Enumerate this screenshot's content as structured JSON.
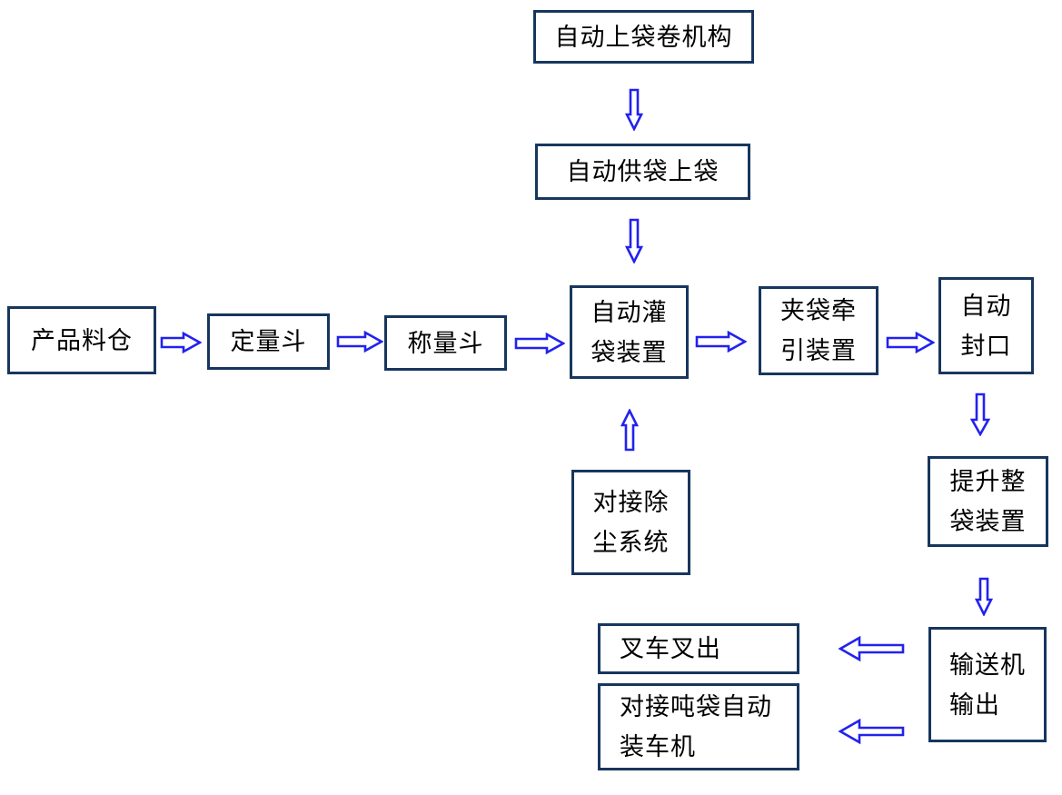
{
  "diagram": {
    "type": "flowchart",
    "nodes": {
      "auto_bag_roll": {
        "label": "自动上袋卷机构"
      },
      "auto_bag_supply": {
        "label": "自动供袋上袋"
      },
      "product_silo": {
        "label": "产品料仓"
      },
      "dosing_hopper": {
        "label": "定量斗"
      },
      "weighing_hopper": {
        "label": "称量斗"
      },
      "auto_filling": {
        "label": "自动灌\n袋装置"
      },
      "bag_clamping": {
        "label": "夹袋牵\n引装置"
      },
      "auto_sealing": {
        "label": "自动\n封口"
      },
      "dust_removal": {
        "label": "对接除\n尘系统"
      },
      "bag_lifting": {
        "label": "提升整\n袋装置"
      },
      "conveyor_output": {
        "label": "输送机\n输出"
      },
      "forklift_out": {
        "label": "叉车叉出"
      },
      "ton_bag_loader": {
        "label": "对接吨袋自动\n装车机"
      }
    },
    "edges": [
      {
        "from": "auto_bag_roll",
        "to": "auto_bag_supply",
        "direction": "down"
      },
      {
        "from": "auto_bag_supply",
        "to": "auto_filling",
        "direction": "down"
      },
      {
        "from": "product_silo",
        "to": "dosing_hopper",
        "direction": "right"
      },
      {
        "from": "dosing_hopper",
        "to": "weighing_hopper",
        "direction": "right"
      },
      {
        "from": "weighing_hopper",
        "to": "auto_filling",
        "direction": "right"
      },
      {
        "from": "auto_filling",
        "to": "bag_clamping",
        "direction": "right"
      },
      {
        "from": "bag_clamping",
        "to": "auto_sealing",
        "direction": "right"
      },
      {
        "from": "dust_removal",
        "to": "auto_filling",
        "direction": "up"
      },
      {
        "from": "auto_sealing",
        "to": "bag_lifting",
        "direction": "down"
      },
      {
        "from": "bag_lifting",
        "to": "conveyor_output",
        "direction": "down"
      },
      {
        "from": "conveyor_output",
        "to": "forklift_out",
        "direction": "left"
      },
      {
        "from": "conveyor_output",
        "to": "ton_bag_loader",
        "direction": "left"
      }
    ]
  },
  "colors": {
    "box_border": "#17365D",
    "arrow_blue": "#2222EE",
    "text": "#000000",
    "background": "#FFFFFF"
  }
}
